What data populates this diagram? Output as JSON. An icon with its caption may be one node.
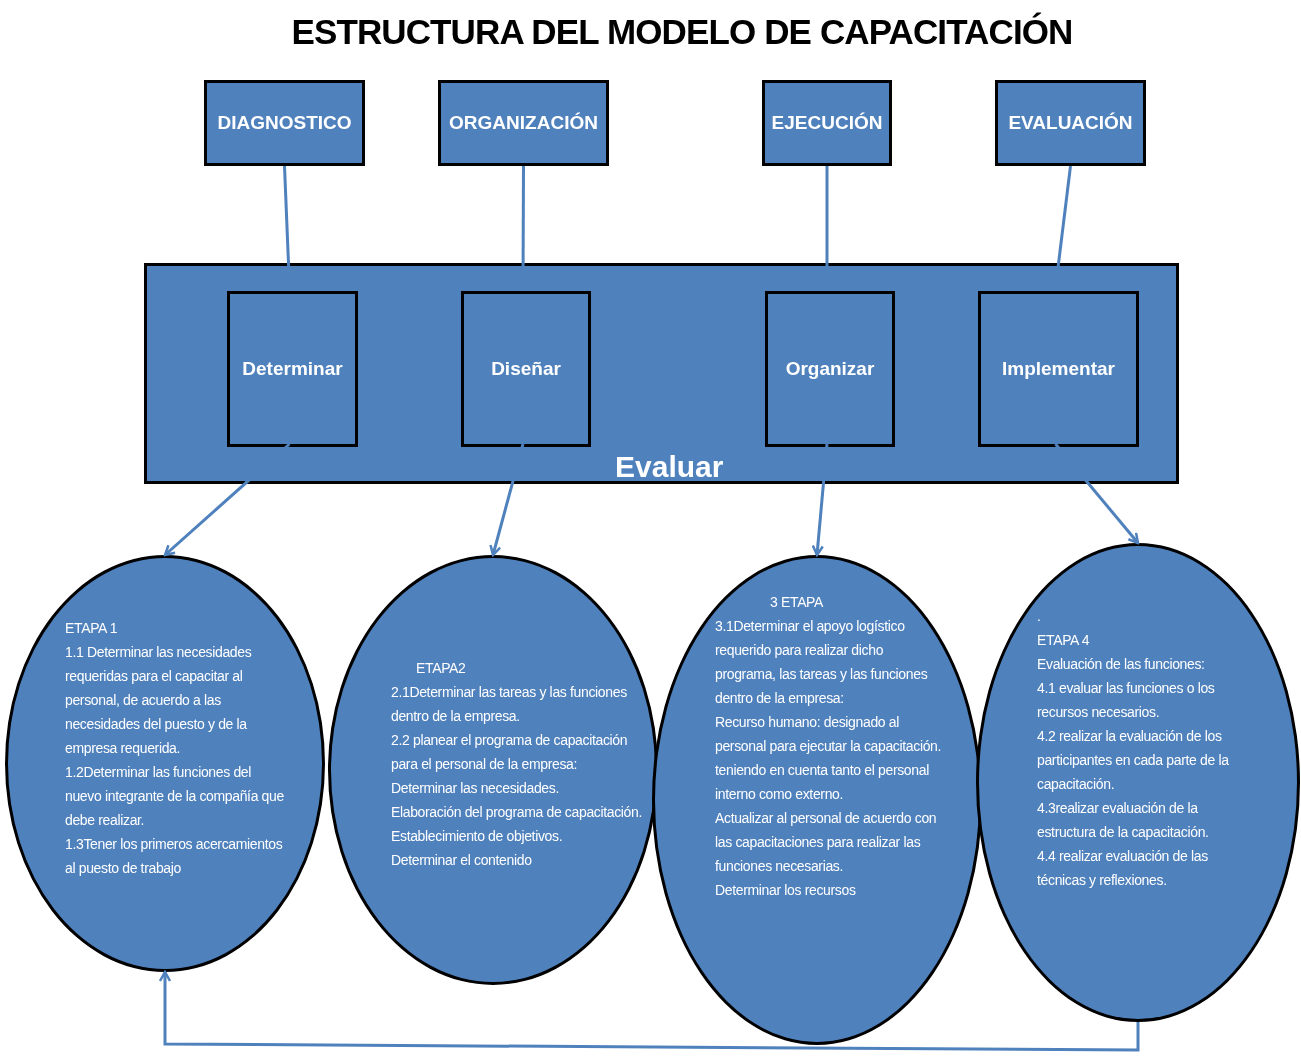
{
  "diagram": {
    "title": "ESTRUCTURA DEL MODELO DE CAPACITACIÓN",
    "nodes": [
      {
        "text": [
          "DIAGNOSTICO"
        ]
      },
      {
        "text": [
          "ORGANIZACIÓN"
        ]
      },
      {
        "text": [
          "EJECUCIÓN"
        ]
      },
      {
        "text": [
          "EVALUACIÓN"
        ]
      },
      {
        "text": [
          "Evaluar"
        ]
      },
      {
        "text": [
          "Determinar"
        ],
        "in": 4
      },
      {
        "text": [
          "Diseñar"
        ],
        "in": 4
      },
      {
        "text": [
          "Organizar"
        ],
        "in": 4
      },
      {
        "text": [
          "Implementar"
        ],
        "in": 4
      },
      {
        "text": [
          "ETAPA 1",
          "1.1 Determinar las necesidades requeridas para el capacitar al personal, de acuerdo a las necesidades del puesto y de la empresa requerida.",
          "1.2Determinar las funciones del nuevo integrante de la compañía que debe realizar.",
          "1.3Tener los primeros acercamientos al puesto de trabajo"
        ]
      },
      {
        "text": [
          "ETAPA2",
          "2.1Determinar las tareas y las funciones dentro de la empresa.",
          "2.2 planear el programa de capacitación para el personal de la empresa:",
          "Determinar las necesidades.",
          "Elaboración del programa de capacitación.",
          "Establecimiento de objetivos.",
          "Determinar el contenido"
        ]
      },
      {
        "text": [
          "3 ETAPA",
          "3.1Determinar el apoyo logístico requerido para realizar dicho programa, las tareas y las funciones dentro de la empresa:",
          "Recurso humano: designado al personal para ejecutar la capacitación. teniendo en cuenta tanto el personal interno como externo.",
          "Actualizar al personal de acuerdo con las capacitaciones para realizar las funciones necesarias.",
          "Determinar los recursos"
        ]
      },
      {
        "text": [
          ".",
          "ETAPA 4",
          "Evaluación de las funciones:",
          "4.1 evaluar las funciones o los recursos necesarios.",
          "4.2 realizar la evaluación de los participantes en cada parte de la capacitación.",
          "4.3realizar evaluación de la estructura de la capacitación.",
          "4.4 realizar evaluación de las técnicas y reflexiones."
        ]
      }
    ],
    "edges": [
      {
        "from": 0,
        "to": 5,
        "arrow": "none"
      },
      {
        "from": 1,
        "to": 6,
        "arrow": "none"
      },
      {
        "from": 2,
        "to": 7,
        "arrow": "none"
      },
      {
        "from": 3,
        "to": 8,
        "arrow": "none"
      },
      {
        "from": 5,
        "to": 9,
        "arrow": "to"
      },
      {
        "from": 6,
        "to": 10,
        "arrow": "to"
      },
      {
        "from": 7,
        "to": 11,
        "arrow": "to"
      },
      {
        "from": 8,
        "to": 12,
        "arrow": "to"
      },
      {
        "from": 12,
        "to": 9,
        "arrow": "to"
      }
    ]
  }
}
